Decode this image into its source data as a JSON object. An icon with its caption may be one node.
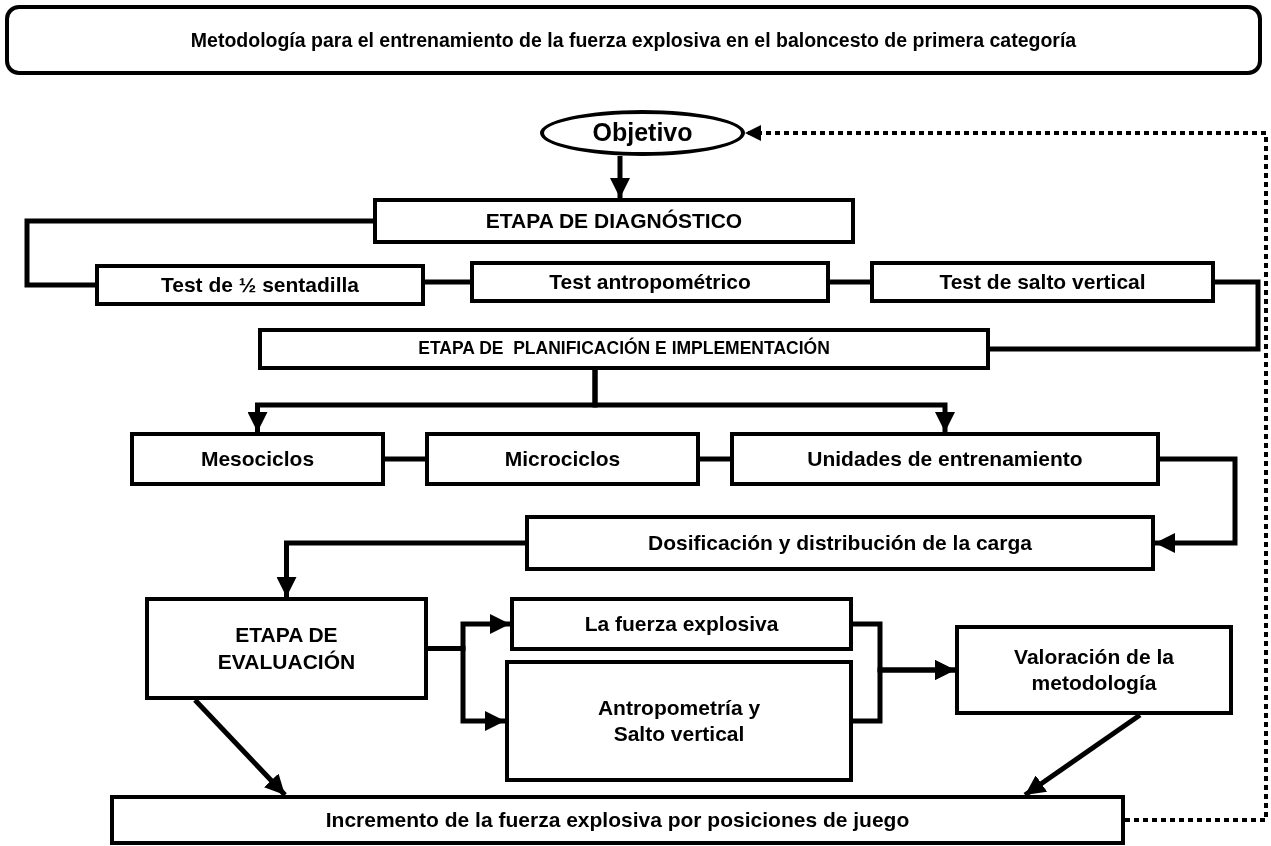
{
  "diagram": {
    "title": "Metodología para el entrenamiento de la fuerza explosiva en el baloncesto de primera categoría",
    "nodes": [
      {
        "text": [
          "Objetivo"
        ]
      },
      {
        "text": [
          "ETAPA DE DIAGNÓSTICO"
        ]
      },
      {
        "text": [
          "Test de ½ sentadilla"
        ]
      },
      {
        "text": [
          "Test antropométrico"
        ]
      },
      {
        "text": [
          "Test de salto vertical"
        ]
      },
      {
        "text": [
          "ETAPA DE  PLANIFICACIÓN E IMPLEMENTACIÓN"
        ]
      },
      {
        "text": [
          "Mesociclos"
        ]
      },
      {
        "text": [
          "Microciclos"
        ]
      },
      {
        "text": [
          "Unidades de entrenamiento"
        ]
      },
      {
        "text": [
          "Dosificación y distribución de la carga"
        ]
      },
      {
        "text": [
          "ETAPA DE EVALUACIÓN"
        ]
      },
      {
        "text": [
          "La fuerza explosiva"
        ]
      },
      {
        "text": [
          "Antropometría y Salto vertical"
        ]
      },
      {
        "text": [
          "Valoración de la metodología"
        ]
      },
      {
        "text": [
          "Incremento de la fuerza explosiva por posiciones de juego"
        ]
      }
    ],
    "edges": [
      {
        "from": 0,
        "to": 1,
        "arrow": "to"
      },
      {
        "from": 1,
        "to": 2,
        "arrow": "none"
      },
      {
        "from": 2,
        "to": 3,
        "arrow": "none"
      },
      {
        "from": 3,
        "to": 4,
        "arrow": "none"
      },
      {
        "from": 4,
        "to": 5,
        "arrow": "none"
      },
      {
        "from": 5,
        "to": 6,
        "arrow": "to"
      },
      {
        "from": 5,
        "to": 8,
        "arrow": "to"
      },
      {
        "from": 6,
        "to": 7,
        "arrow": "none"
      },
      {
        "from": 7,
        "to": 8,
        "arrow": "none"
      },
      {
        "from": 8,
        "to": 9,
        "arrow": "to"
      },
      {
        "from": 9,
        "to": 10,
        "arrow": "to"
      },
      {
        "from": 10,
        "to": 11,
        "arrow": "to"
      },
      {
        "from": 10,
        "to": 12,
        "arrow": "to"
      },
      {
        "from": 11,
        "to": 13,
        "arrow": "to"
      },
      {
        "from": 12,
        "to": 13,
        "arrow": "to"
      },
      {
        "from": 10,
        "to": 14,
        "arrow": "to"
      },
      {
        "from": 13,
        "to": 14,
        "arrow": "to"
      },
      {
        "from": 14,
        "to": 0,
        "arrow": "to",
        "style": "dashed"
      }
    ]
  }
}
